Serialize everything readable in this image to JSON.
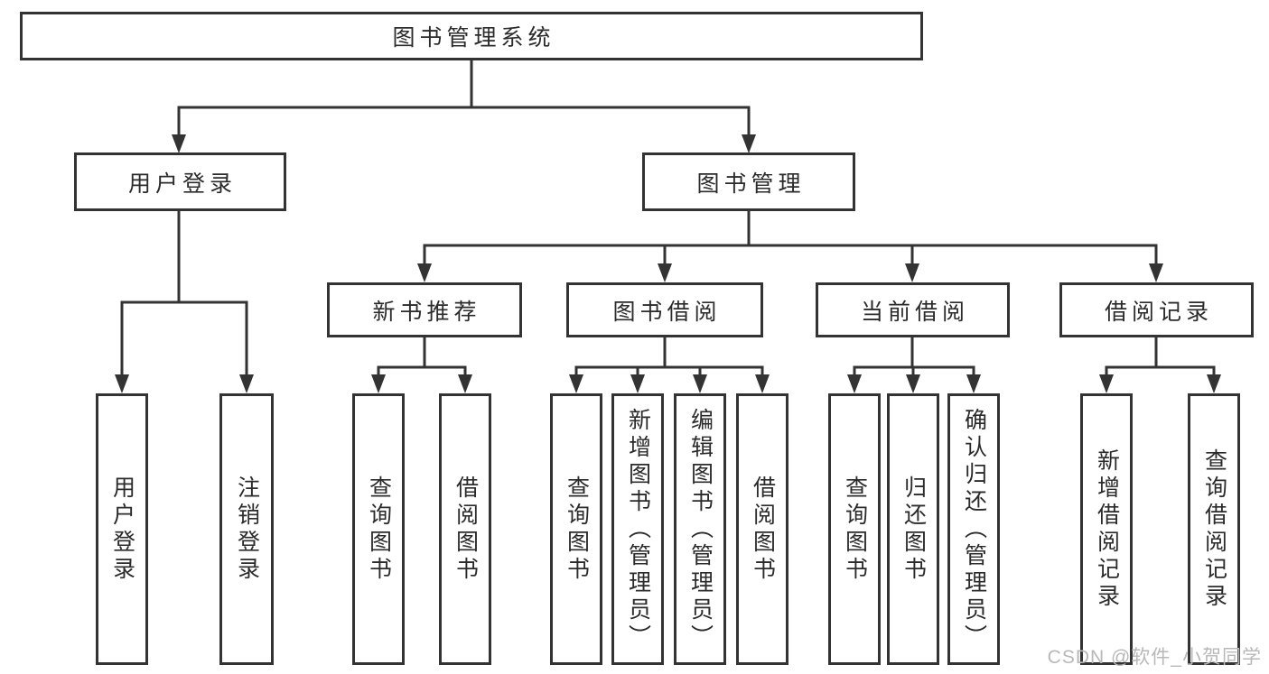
{
  "tree": {
    "root": "图书管理系统",
    "user": "用户登录",
    "user_login": "用户登录",
    "user_logout": "注销登录",
    "mgmt": "图书管理",
    "rec": "新书推荐",
    "rec_query": "查询图书",
    "rec_borrow": "借阅图书",
    "borrow": "图书借阅",
    "borrow_query": "查询图书",
    "borrow_add": "新增图书（管理员）",
    "borrow_edit": "编辑图书（管理员）",
    "borrow_borrow": "借阅图书",
    "current": "当前借阅",
    "current_query": "查询图书",
    "current_return": "归还图书",
    "current_confirm": "确认归还（管理员）",
    "records": "借阅记录",
    "records_add": "新增借阅记录",
    "records_query": "查询借阅记录"
  },
  "watermark": "CSDN @软件_小贺同学",
  "colors": {
    "line": "#333333",
    "box_border": "#333333",
    "box_fill": "#ffffff",
    "text": "#2b2b2b",
    "watermark": "#b8b8b8"
  }
}
